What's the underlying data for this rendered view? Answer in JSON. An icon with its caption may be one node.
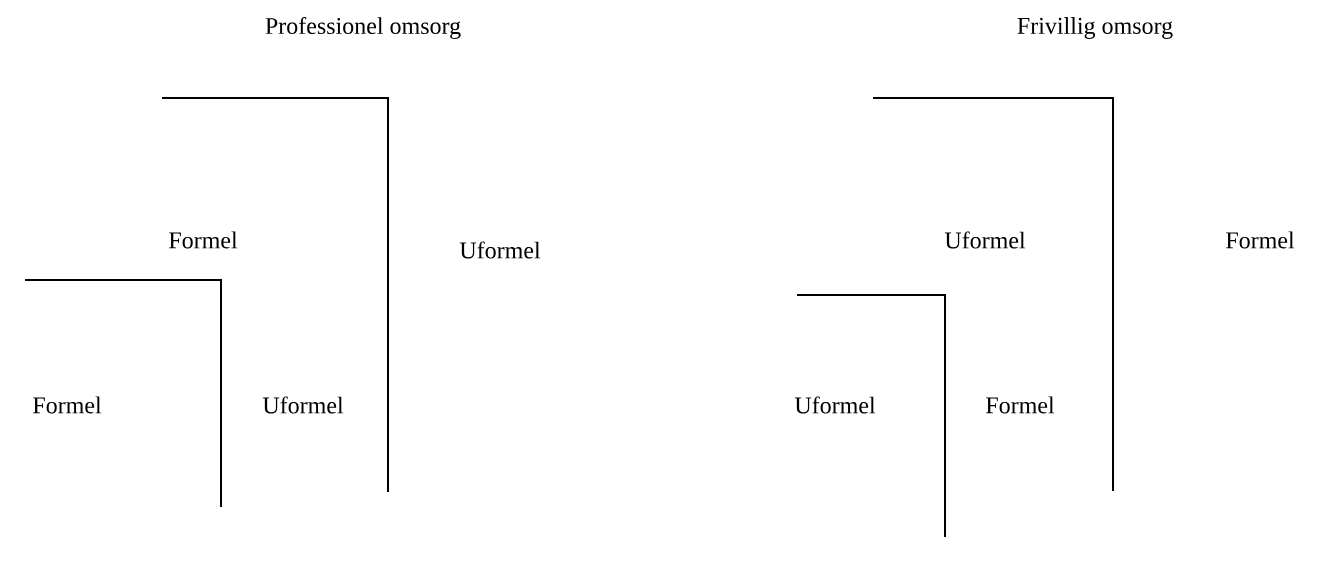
{
  "diagram": {
    "labels": [
      "Professionel omsorg",
      "Frivillig omsorg",
      "Formel",
      "Uformel",
      "Uformel",
      "Formel",
      "Formel",
      "Uformel",
      "Uformel",
      "Formel"
    ]
  }
}
